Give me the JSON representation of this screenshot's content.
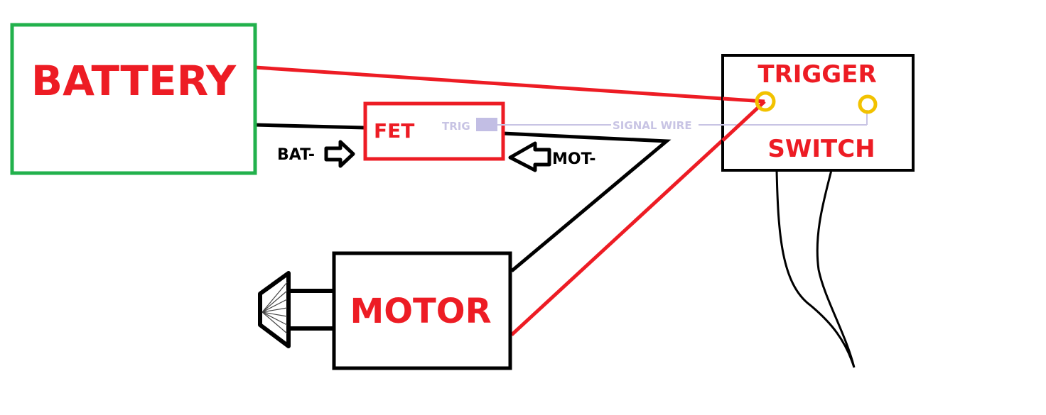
{
  "labels": {
    "battery": "BATTERY",
    "fet": "FET",
    "trig": "TRIG",
    "signal_wire": "SIGNAL WIRE",
    "bat_neg": "BAT-",
    "mot_neg": "MOT-",
    "trigger": "TRIGGER",
    "switch": "SWITCH",
    "motor": "MOTOR"
  },
  "colors": {
    "label_red": "#ed1c24",
    "wire_red": "#ed1c24",
    "wire_black": "#000000",
    "battery_border": "#22b14c",
    "signal": "#c8c4e4",
    "terminal": "#f2c200"
  }
}
